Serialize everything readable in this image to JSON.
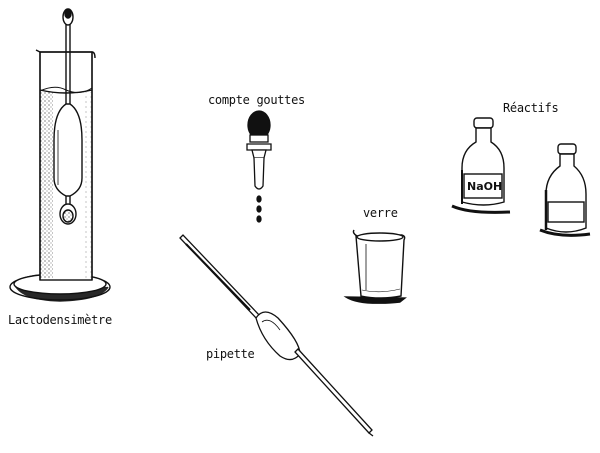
{
  "labels": {
    "lactodensimetre": "Lactodensimètre",
    "compte_gouttes": "compte gouttes",
    "verre": "verre",
    "reactifs": "Réactifs",
    "pipette": "pipette",
    "naoh": "NaOH"
  },
  "colors": {
    "ink": "#111111",
    "paper": "#ffffff"
  }
}
